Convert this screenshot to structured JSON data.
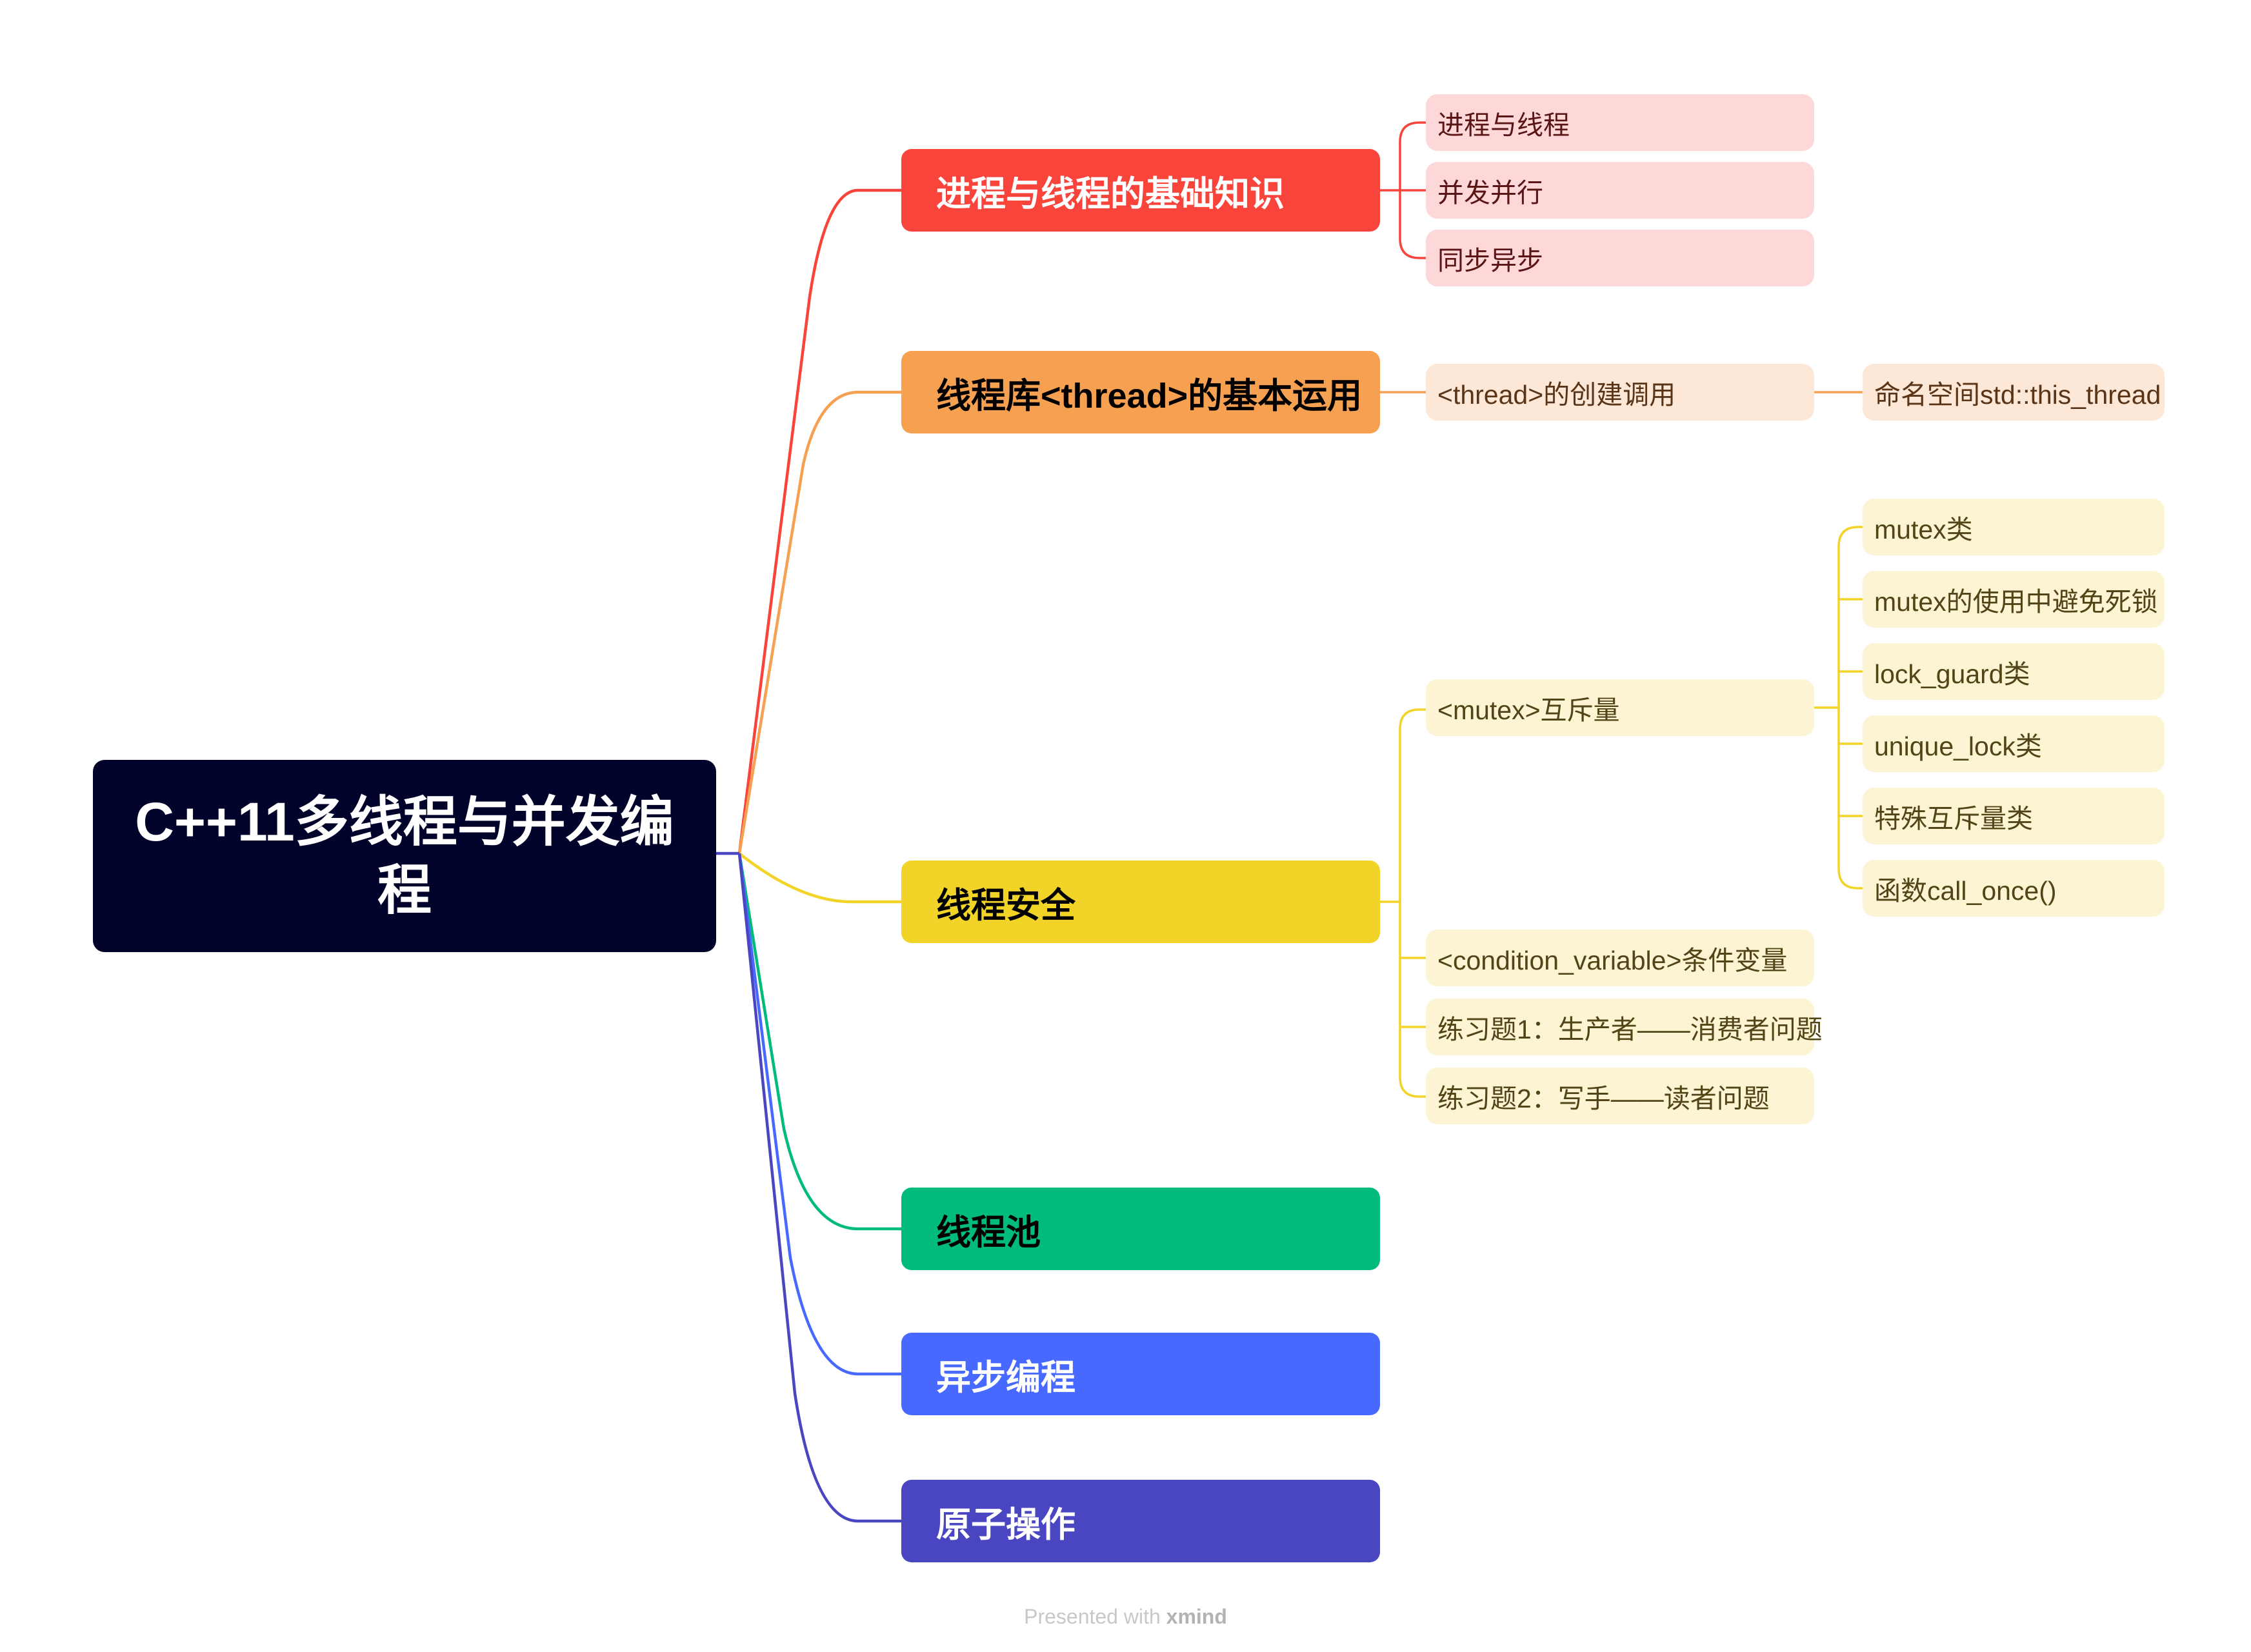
{
  "root": {
    "title": "C++11多线程与并发编程"
  },
  "branches": [
    {
      "id": "b1",
      "label": "进程与线程的基础知识",
      "color": "#f9443c",
      "text_color": "#ffffff",
      "sub_color": "#fed8d8",
      "sub_text_color": "#5a1616",
      "children": [
        "进程与线程",
        "并发并行",
        "同步异步"
      ]
    },
    {
      "id": "b2",
      "label": "线程库<thread>的基本运用",
      "color": "#f6a052",
      "text_color": "#000000",
      "sub_color": "#fde8d8",
      "sub_text_color": "#5a3416",
      "children": [
        "<thread>的创建调用"
      ],
      "grandchildren": [
        "命名空间std::this_thread"
      ]
    },
    {
      "id": "b3",
      "label": "线程安全",
      "color": "#f2d429",
      "text_color": "#000000",
      "sub_color": "#fcf4d2",
      "sub_text_color": "#514416",
      "children": [
        "<mutex>互斥量",
        "<condition_variable>条件变量",
        "练习题1：生产者——消费者问题",
        "练习题2：写手——读者问题"
      ],
      "grandchildren": [
        "mutex类",
        "mutex的使用中避免死锁",
        "lock_guard类",
        "unique_lock类",
        "特殊互斥量类",
        "函数call_once()"
      ]
    },
    {
      "id": "b4",
      "label": "线程池",
      "color": "#00bb7b",
      "text_color": "#000000"
    },
    {
      "id": "b5",
      "label": "异步编程",
      "color": "#4869ff",
      "text_color": "#ffffff"
    },
    {
      "id": "b6",
      "label": "原子操作",
      "color": "#4a46c2",
      "text_color": "#ffffff"
    }
  ],
  "footer": {
    "prefix": "Presented with ",
    "brand": "xmind"
  }
}
